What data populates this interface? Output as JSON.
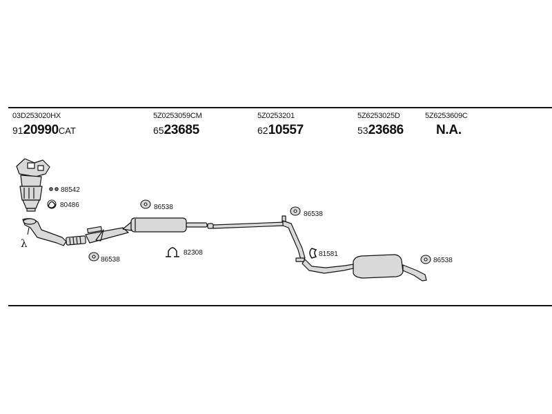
{
  "header": {
    "columns": [
      {
        "oe": "03D253020HX",
        "prefix": "91",
        "main": "20990",
        "suffix": "CAT"
      },
      {
        "oe": "5Z0253059CM",
        "prefix": "65",
        "main": "23685",
        "suffix": ""
      },
      {
        "oe": "5Z0253201",
        "prefix": "62",
        "main": "10557",
        "suffix": ""
      },
      {
        "oe": "5Z6253025D",
        "prefix": "53",
        "main": "23686",
        "suffix": ""
      },
      {
        "oe": "5Z6253609C",
        "prefix": "",
        "main": "N.A.",
        "suffix": ""
      }
    ]
  },
  "parts": {
    "clamp_pair": "88542",
    "gasket_ring": "80486",
    "hanger_a": "86538",
    "hanger_b": "86538",
    "hanger_c": "86538",
    "hanger_d": "86538",
    "clamp_u": "82308",
    "clamp_bend": "81581"
  },
  "symbols": {
    "lambda": "λ"
  },
  "colors": {
    "line": "#111111",
    "fill": "#d9d9d9"
  }
}
